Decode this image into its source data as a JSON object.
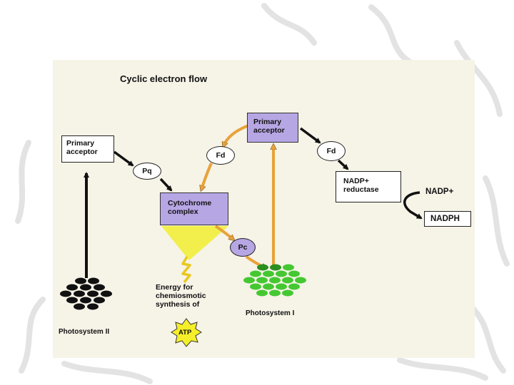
{
  "title": "Cyclic electron flow",
  "psii_acceptor": [
    "Primary",
    "acceptor"
  ],
  "psi_acceptor": [
    "Primary",
    "acceptor"
  ],
  "pq": "Pq",
  "fd_left": "Fd",
  "fd_right": "Fd",
  "cytochrome": [
    "Cytochrome",
    "complex"
  ],
  "pc": "Pc",
  "nadp_reductase": [
    "NADP+",
    "reductase"
  ],
  "nadp_plus": "NADP+",
  "nadph": "NADPH",
  "energy": [
    "Energy for",
    "chemiosmotic",
    "synthesis of"
  ],
  "atp": "ATP",
  "photosystem_ii": "Photosystem II",
  "photosystem_i": "Photosystem I",
  "colors": {
    "panel": "#f6f3e7",
    "purple": "#b7a6e4",
    "orange_arrow": "#e8a23a",
    "light_beam": "#f2ee3c",
    "psi_green": "#44c832",
    "atp_star": "#f5ef2a"
  }
}
